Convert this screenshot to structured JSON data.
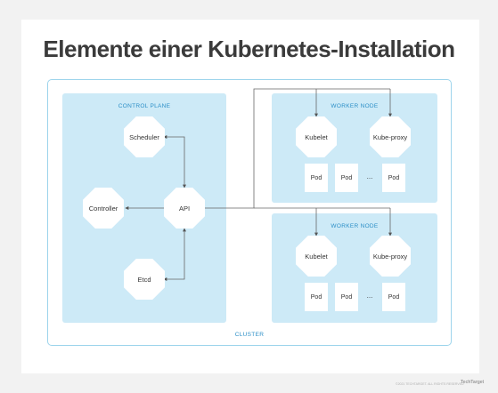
{
  "title": "Elemente einer Kubernetes-Installation",
  "cluster_label": "CLUSTER",
  "control_plane": {
    "label": "CONTROL PLANE",
    "scheduler": "Scheduler",
    "controller": "Controller",
    "api": "API",
    "etcd": "Etcd"
  },
  "worker_nodes": [
    {
      "label": "WORKER NODE",
      "kubelet": "Kubelet",
      "kube_proxy": "Kube-proxy",
      "pods": [
        "Pod",
        "Pod",
        "Pod"
      ],
      "ellipsis": "..."
    },
    {
      "label": "WORKER NODE",
      "kubelet": "Kubelet",
      "kube_proxy": "Kube-proxy",
      "pods": [
        "Pod",
        "Pod",
        "Pod"
      ],
      "ellipsis": "..."
    }
  ],
  "footer": "©2021 TECHTARGET. ALL RIGHTS RESERVED",
  "brand": "TechTarget",
  "colors": {
    "panel": "#cdeaf7",
    "accent": "#2c8fc7",
    "border": "#9dd4ec",
    "title": "#3b3b3b"
  }
}
